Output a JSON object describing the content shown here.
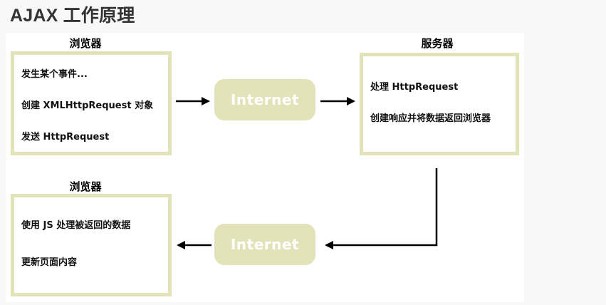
{
  "title": "AJAX 工作原理",
  "browser_top": {
    "label": "浏览器",
    "lines": [
      "发生某个事件...",
      "创建 XMLHttpRequest 对象",
      "发送 HttpRequest"
    ]
  },
  "server": {
    "label": "服务器",
    "lines": [
      "处理 HttpRequest",
      "创建响应并将数据返回浏览器"
    ]
  },
  "browser_bottom": {
    "label": "浏览器",
    "lines": [
      "使用 JS 处理被返回的数据",
      "更新页面内容"
    ]
  },
  "internet_top": "Internet",
  "internet_bottom": "Internet",
  "colors": {
    "box_border": "#e3e3b9",
    "pill": "#e3e3b9",
    "arrow": "#000000"
  }
}
